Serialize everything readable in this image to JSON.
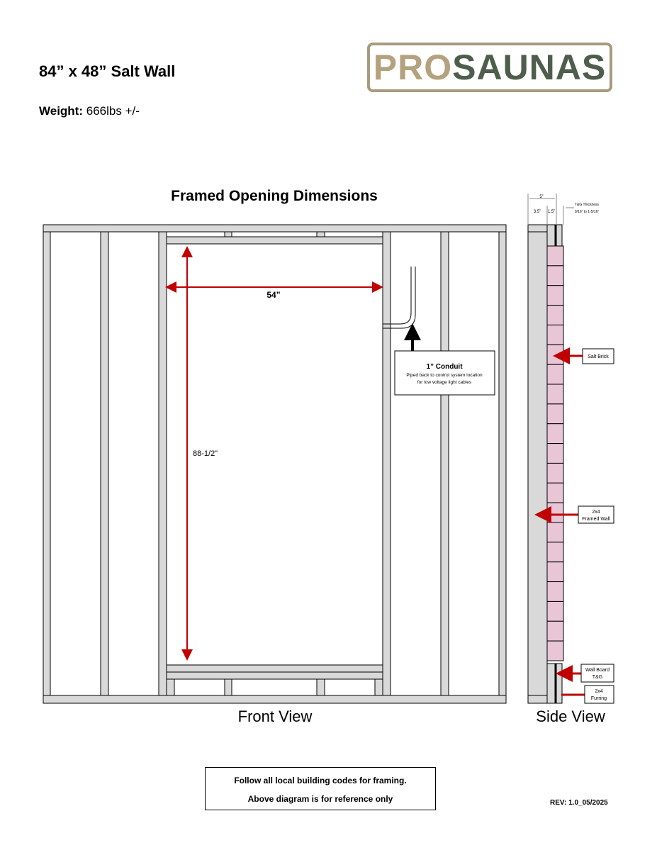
{
  "header": {
    "title": "84” x 48” Salt Wall",
    "weight_label": "Weight:",
    "weight_value": "666lbs +/-"
  },
  "logo": {
    "part1": "PRO",
    "part2": "SAUNAS"
  },
  "diagram": {
    "title": "Framed Opening Dimensions",
    "width_dim": "54”",
    "height_dim": "88-1/2”",
    "front_view_label": "Front View",
    "side_view_label": "Side View",
    "conduit": {
      "title": "1” Conduit",
      "line1": "Piped back to control system location",
      "line2": "for low voltage light cables"
    },
    "side_dims": {
      "total": "5”",
      "stud": "3.5”",
      "furring": "1.5”",
      "tg_label": "T&G Thickness",
      "tg_range": "9/16” to 1-5/16”"
    },
    "callouts": {
      "salt_brick": "Salt Brick",
      "framed_wall_1": "2x4",
      "framed_wall_2": "Framed Wall",
      "wall_board_1": "Wall Board",
      "wall_board_2": "T&G",
      "furring_1": "2x4",
      "furring_2": "Furring"
    }
  },
  "notes": {
    "line1": "Follow all local building codes for framing.",
    "line2": "Above diagram is for reference only"
  },
  "revision": "REV: 1.0_05/2025",
  "colors": {
    "lumber": "#d9d9d9",
    "brick": "#e8c6d6",
    "dimension": "#c00000",
    "logo_border": "#a89a7e",
    "logo_green": "#4e5d4c"
  }
}
